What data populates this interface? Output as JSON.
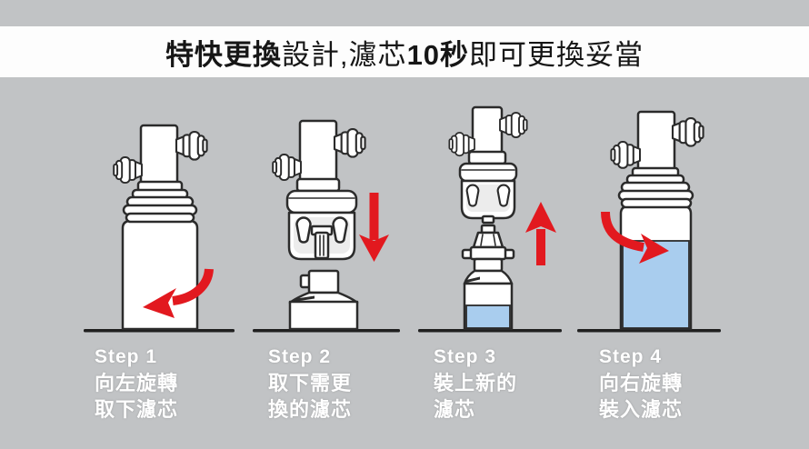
{
  "colors": {
    "bg": "#c1c3c5",
    "title-bg": "#fdfdfd",
    "title-text": "#161616",
    "outline": "#2b2b2b",
    "arrow-red": "#e2191f",
    "water-blue": "#a9cdee",
    "caption-text": "#ffffff",
    "ground": "#202020"
  },
  "title": {
    "part1_bold": "特快更換",
    "part2": "設計,濾芯",
    "part3_bold": "10秒",
    "part4": "即可更換妥當"
  },
  "steps": [
    {
      "label": "Step 1",
      "line1": "向左旋轉",
      "line2": "取下濾芯",
      "arrow_icon": "rotate-left-arrow"
    },
    {
      "label": "Step 2",
      "line1": "取下需更",
      "line2": "換的濾芯",
      "arrow_icon": "down-arrow"
    },
    {
      "label": "Step 3",
      "line1": "裝上新的",
      "line2": "濾芯",
      "arrow_icon": "up-arrow"
    },
    {
      "label": "Step 4",
      "line1": "向右旋轉",
      "line2": "裝入濾芯",
      "arrow_icon": "rotate-right-arrow"
    }
  ]
}
